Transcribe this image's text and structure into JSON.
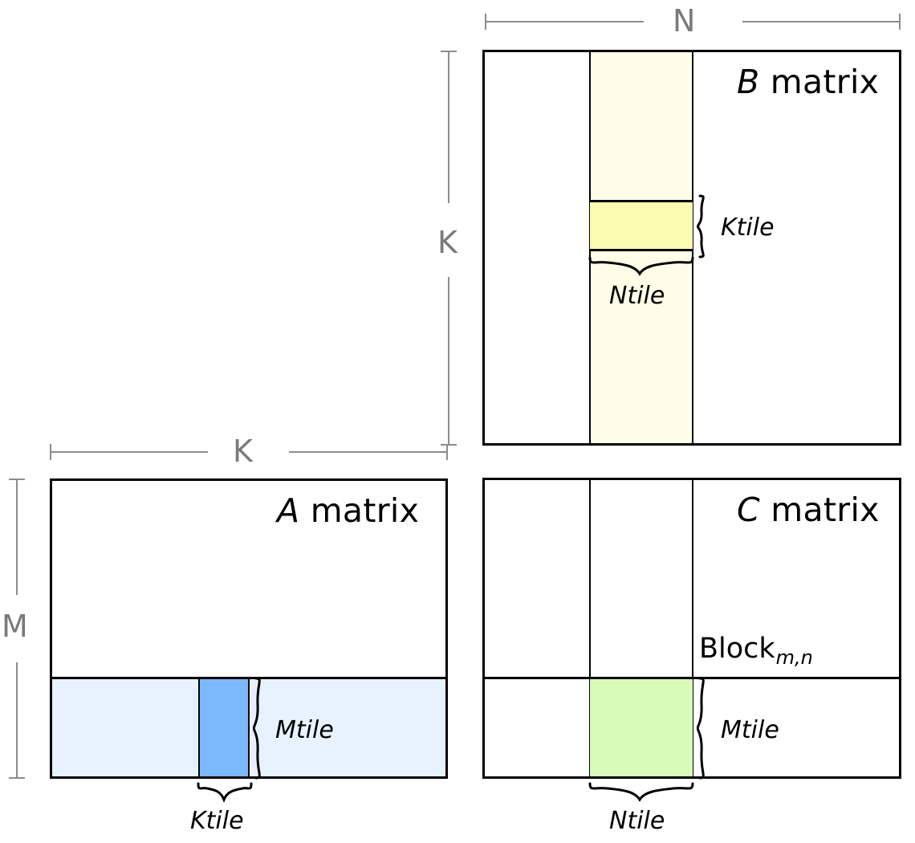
{
  "diagram": {
    "title": "Tiled matrix multiplication blocking diagram",
    "colors": {
      "outline": "#000000",
      "dimension_rule": "#8c8c8c",
      "dimension_label": "#7a7a7a",
      "a_band_light_blue": "#e8f2fe",
      "a_tile_blue": "#7cb8fc",
      "b_column_pale_yellow": "#fefee8",
      "b_tile_yellow": "#fcfcb0",
      "c_tile_green": "#d8fcb8",
      "background": "#ffffff"
    }
  },
  "dimensions": {
    "n": "N",
    "k_vertical": "K",
    "k_horizontal": "K",
    "m": "M"
  },
  "matrices": {
    "a": {
      "name_var": "A",
      "name_suffix": " matrix",
      "tile_labels": {
        "ktile": "Ktile",
        "mtile": "Mtile"
      }
    },
    "b": {
      "name_var": "B",
      "name_suffix": " matrix",
      "tile_labels": {
        "ktile": "Ktile",
        "ntile": "Ntile"
      }
    },
    "c": {
      "name_var": "C",
      "name_suffix": " matrix",
      "block_label_base": "Block",
      "block_label_subscript": "m,n",
      "tile_labels": {
        "mtile": "Mtile",
        "ntile": "Ntile"
      }
    }
  }
}
